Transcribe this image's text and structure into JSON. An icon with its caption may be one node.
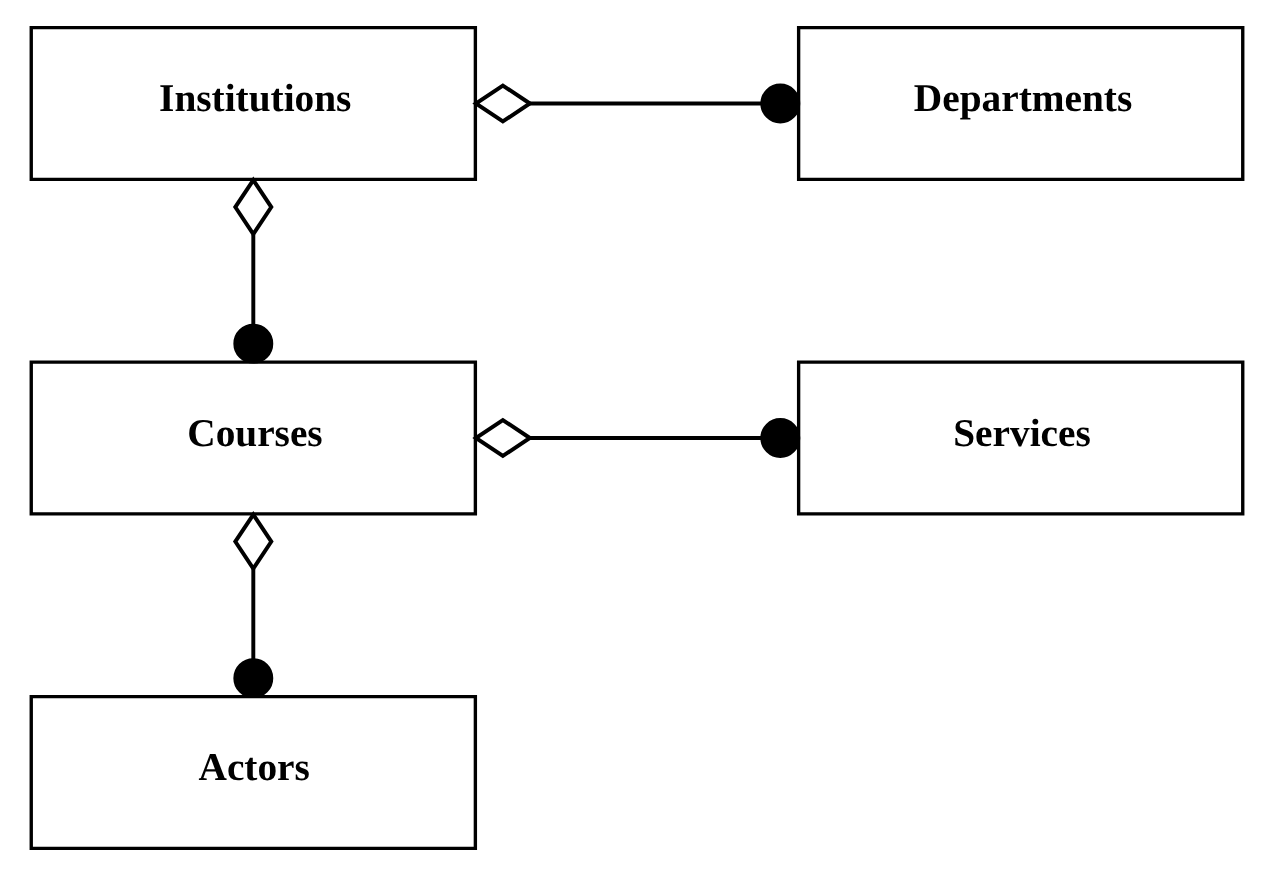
{
  "diagram": {
    "nodes": [
      {
        "text": [
          "Institutions"
        ]
      },
      {
        "text": [
          "Departments"
        ]
      },
      {
        "text": [
          "Courses"
        ]
      },
      {
        "text": [
          "Services"
        ]
      },
      {
        "text": [
          "Actors"
        ]
      }
    ],
    "edges": [
      {
        "from": 0,
        "to": 1,
        "arrow": "other"
      },
      {
        "from": 0,
        "to": 2,
        "arrow": "other"
      },
      {
        "from": 2,
        "to": 3,
        "arrow": "other"
      },
      {
        "from": 2,
        "to": 4,
        "arrow": "other"
      }
    ]
  }
}
